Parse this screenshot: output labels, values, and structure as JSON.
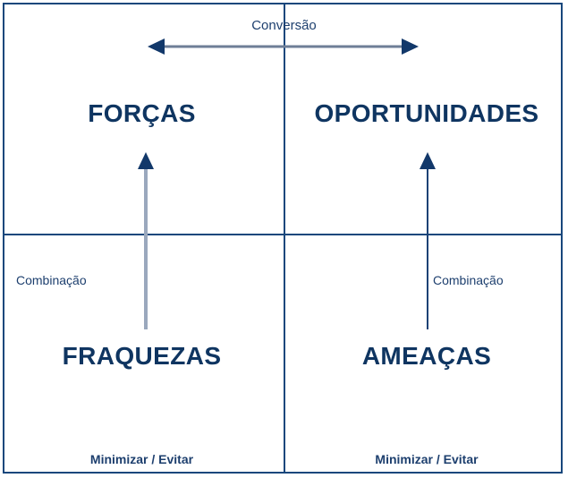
{
  "diagram": {
    "type": "swot-matrix",
    "language": "pt-BR",
    "colors": {
      "frame": "#18477c",
      "divider": "#18477c",
      "title_text": "#0f3561",
      "label_text": "#1d3f6e",
      "arrow_dark": "#12386a",
      "arrow_light": "#9aa8bd",
      "background": "#ffffff"
    },
    "quadrants": [
      {
        "id": "strengths",
        "title": "FORÇAS",
        "position": "top-left"
      },
      {
        "id": "opportunities",
        "title": "OPORTUNIDADES",
        "position": "top-right"
      },
      {
        "id": "weaknesses",
        "title": "FRAQUEZAS",
        "position": "bottom-left"
      },
      {
        "id": "threats",
        "title": "AMEAÇAS",
        "position": "bottom-right"
      }
    ],
    "labels": {
      "conversao": "Conversão",
      "combinacao_left": "Combinação",
      "combinacao_right": "Combinação",
      "minimizar_left": "Minimizar / Evitar",
      "minimizar_right": "Minimizar / Evitar"
    },
    "arrows": [
      {
        "id": "conversion-arrow",
        "orientation": "horizontal",
        "heads": "both",
        "label": "Conversão",
        "from": "FORÇAS",
        "to": "OPORTUNIDADES"
      },
      {
        "id": "combination-arrow-left",
        "orientation": "vertical",
        "heads": "up",
        "label": "Combinação",
        "from": "FRAQUEZAS",
        "to": "FORÇAS"
      },
      {
        "id": "combination-arrow-right",
        "orientation": "vertical",
        "heads": "up",
        "label": "Combinação",
        "from": "AMEAÇAS",
        "to": "OPORTUNIDADES"
      }
    ]
  }
}
